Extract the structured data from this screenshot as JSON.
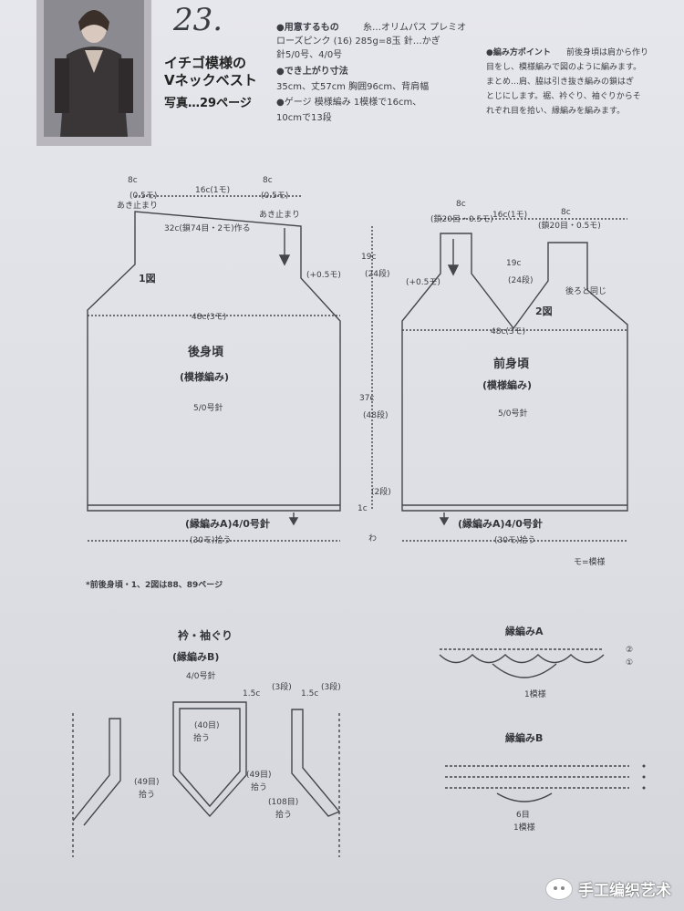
{
  "header": {
    "number": "23.",
    "title_line1": "イチゴ模様の",
    "title_line2": "Vネックベスト",
    "photo_ref": "写真…29ページ"
  },
  "materials": {
    "heading": "●用意するもの",
    "yarn": "糸…オリムパス プレミオ",
    "color": "ローズピンク (16) 285g=8玉  針…かぎ",
    "needles": "針5/0号、4/0号"
  },
  "size": {
    "heading": "●でき上がり寸法",
    "values": "35cm、丈57cm  胸囲96cm、背肩幅"
  },
  "gauge": {
    "text": "●ゲージ  模様編み 1模様で16cm、",
    "rows": "10cmで13段"
  },
  "points": {
    "heading": "●編み方ポイント",
    "line1": "前後身頃は肩から作り",
    "line2": "目をし、模様編みで図のように編みます。",
    "line3": "まとめ…肩、脇は引き抜き編みの鎖はぎ",
    "line4": "とじにします。裾、衿ぐり、袖ぐりからそ",
    "line5": "れぞれ目を拾い、縁編みを編みます。",
    "line6": ""
  },
  "back": {
    "shoulder_left": "8c",
    "shoulder_left_sts": "(0.5モ)",
    "neck_width": "16c(1モ)",
    "shoulder_right": "8c",
    "shoulder_right_sts": "(0.5モ)",
    "opening_stop_left": "あき止まり",
    "opening_stop_right": "あき止まり",
    "chain_note": "32c(鎖74目・2モ)作る",
    "figure_no": "1図",
    "plus_sts": "(+0.5モ)",
    "width": "48c(3モ)",
    "name": "後身頃",
    "stitch": "(模様編み)",
    "hook": "5/0号針",
    "edge_a": "(縁編みA)4/0号針",
    "pickup": "(30モ)拾う"
  },
  "middle": {
    "armhole_cm": "19c",
    "armhole_rows": "(24段)",
    "body_cm": "37c",
    "body_rows": "(48段)",
    "edge_rows": "(2段)",
    "edge_cm": "1c",
    "ring": "わ"
  },
  "front": {
    "shoulder_left": "8c",
    "shoulder_left_sts": "(鎖20目・0.5モ)",
    "neck_width": "16c(1モ)",
    "shoulder_right": "8c",
    "shoulder_right_sts": "(鎖20目・0.5モ)",
    "plus_sts": "(+0.5モ)",
    "v_cm": "19c",
    "v_rows": "(24段)",
    "figure_no": "2図",
    "same_as_back": "後ろと同じ",
    "width": "48c(3モ)",
    "name": "前身頃",
    "stitch": "(模様編み)",
    "hook": "5/0号針",
    "edge_a": "(縁編みA)4/0号針",
    "pickup": "(30モ)拾う"
  },
  "legend": {
    "mo": "モ=模様"
  },
  "note": {
    "reference": "*前後身頃・1、2図は88、89ページ"
  },
  "band": {
    "title": "衿・袖ぐり",
    "edging": "(縁編みB)",
    "hook": "4/0号針",
    "width_left": "1.5c",
    "rows_left": "(3段)",
    "width_right": "1.5c",
    "rows_right": "(3段)",
    "neck_back": "(40目)",
    "pickup": "拾う",
    "v_left": "(49目)",
    "v_right": "(49目)",
    "armhole": "(108目)"
  },
  "chart_a": {
    "title": "縁編みA",
    "row2": "②",
    "row1": "①",
    "repeat": "1模様"
  },
  "chart_b": {
    "title": "縁編みB",
    "stitches": "6目",
    "repeat": "1模様"
  },
  "watermark": {
    "text": "手工编织艺术"
  }
}
